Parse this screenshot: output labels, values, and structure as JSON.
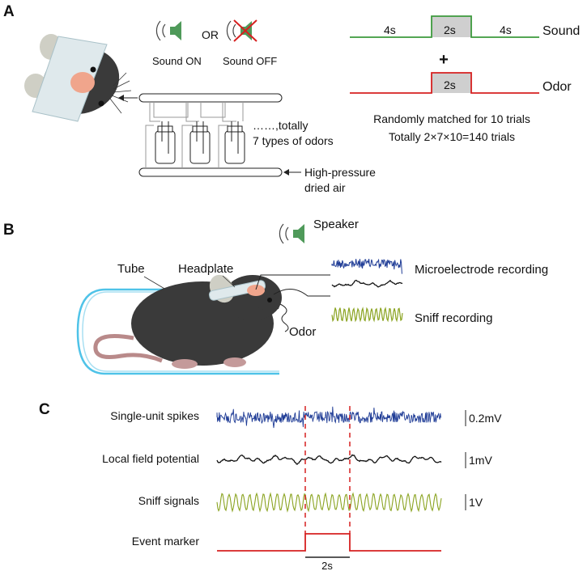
{
  "panels": {
    "a": "A",
    "b": "B",
    "c": "C"
  },
  "panel_a": {
    "sound_on": "Sound ON",
    "or": "OR",
    "sound_off": "Sound OFF",
    "odors_line1": "……,totally",
    "odors_line2": "7 types of odors",
    "air_line1": "High-pressure",
    "air_line2": "dried air",
    "timing": {
      "sound_label": "Sound",
      "odor_label": "Odor",
      "pre": "4s",
      "stim": "2s",
      "post": "4s",
      "odor_stim": "2s",
      "plus": "+"
    },
    "trials_line1": "Randomly matched for 10 trials",
    "trials_line2": "Totally 2×7×10=140 trials"
  },
  "panel_b": {
    "speaker": "Speaker",
    "tube": "Tube",
    "headplate": "Headplate",
    "odor": "Odor",
    "micro": "Microelectrode recording",
    "sniff": "Sniff recording"
  },
  "panel_c": {
    "rows": [
      {
        "label": "Single-unit spikes",
        "scale": "0.2mV"
      },
      {
        "label": "Local field potential",
        "scale": "1mV"
      },
      {
        "label": "Sniff signals",
        "scale": "1V"
      },
      {
        "label": "Event marker",
        "scale": ""
      }
    ],
    "duration": "2s"
  },
  "colors": {
    "sound_line": "#3d9a3d",
    "odor_line": "#d62020",
    "spikes": "#1f3c96",
    "lfp": "#111111",
    "sniff": "#8aa320",
    "tube": "#4fc3e8",
    "mouse": "#3a3a3a",
    "ear": "#cfcfc5",
    "nose": "#f0a58c",
    "speaker": "#4f9a5a",
    "stim_fill": "#cfcfcf"
  }
}
